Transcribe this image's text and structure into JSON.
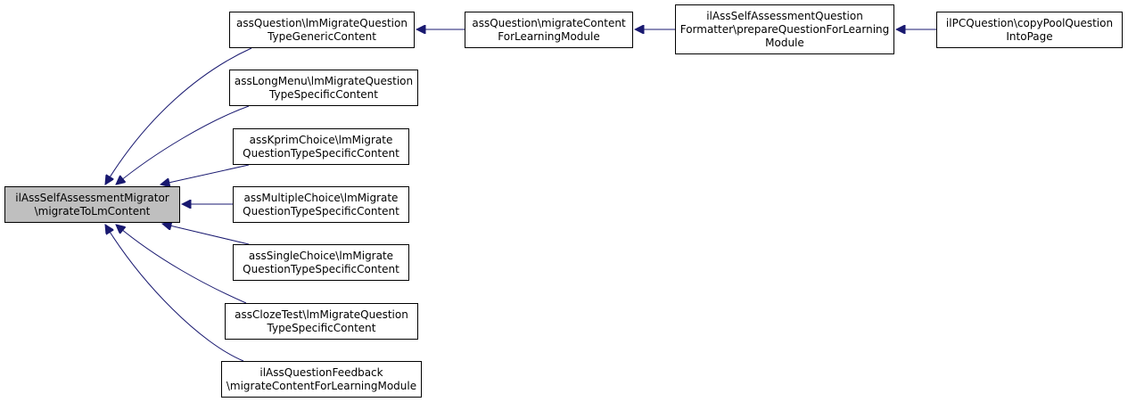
{
  "colors": {
    "edge": "#191970",
    "root_fill": "#bfbfbf",
    "node_border": "#000000"
  },
  "root": {
    "line1": "ilAssSelfAssessmentMigrator",
    "line2": "\\migrateToLmContent"
  },
  "callers": [
    {
      "line1": "assQuestion\\lmMigrateQuestion",
      "line2": "TypeGenericContent"
    },
    {
      "line1": "assLongMenu\\lmMigrateQuestion",
      "line2": "TypeSpecificContent"
    },
    {
      "line1": "assKprimChoice\\lmMigrate",
      "line2": "QuestionTypeSpecificContent"
    },
    {
      "line1": "assMultipleChoice\\lmMigrate",
      "line2": "QuestionTypeSpecificContent"
    },
    {
      "line1": "assSingleChoice\\lmMigrate",
      "line2": "QuestionTypeSpecificContent"
    },
    {
      "line1": "assClozeTest\\lmMigrateQuestion",
      "line2": "TypeSpecificContent"
    },
    {
      "line1": "ilAssQuestionFeedback",
      "line2": "\\migrateContentForLearningModule"
    }
  ],
  "chain": [
    {
      "line1": "assQuestion\\migrateContent",
      "line2": "ForLearningModule"
    },
    {
      "line1": "ilAssSelfAssessmentQuestion",
      "line2": "Formatter\\prepareQuestionForLearning",
      "line3": "Module"
    },
    {
      "line1": "ilPCQuestion\\copyPoolQuestion",
      "line2": "IntoPage"
    }
  ]
}
